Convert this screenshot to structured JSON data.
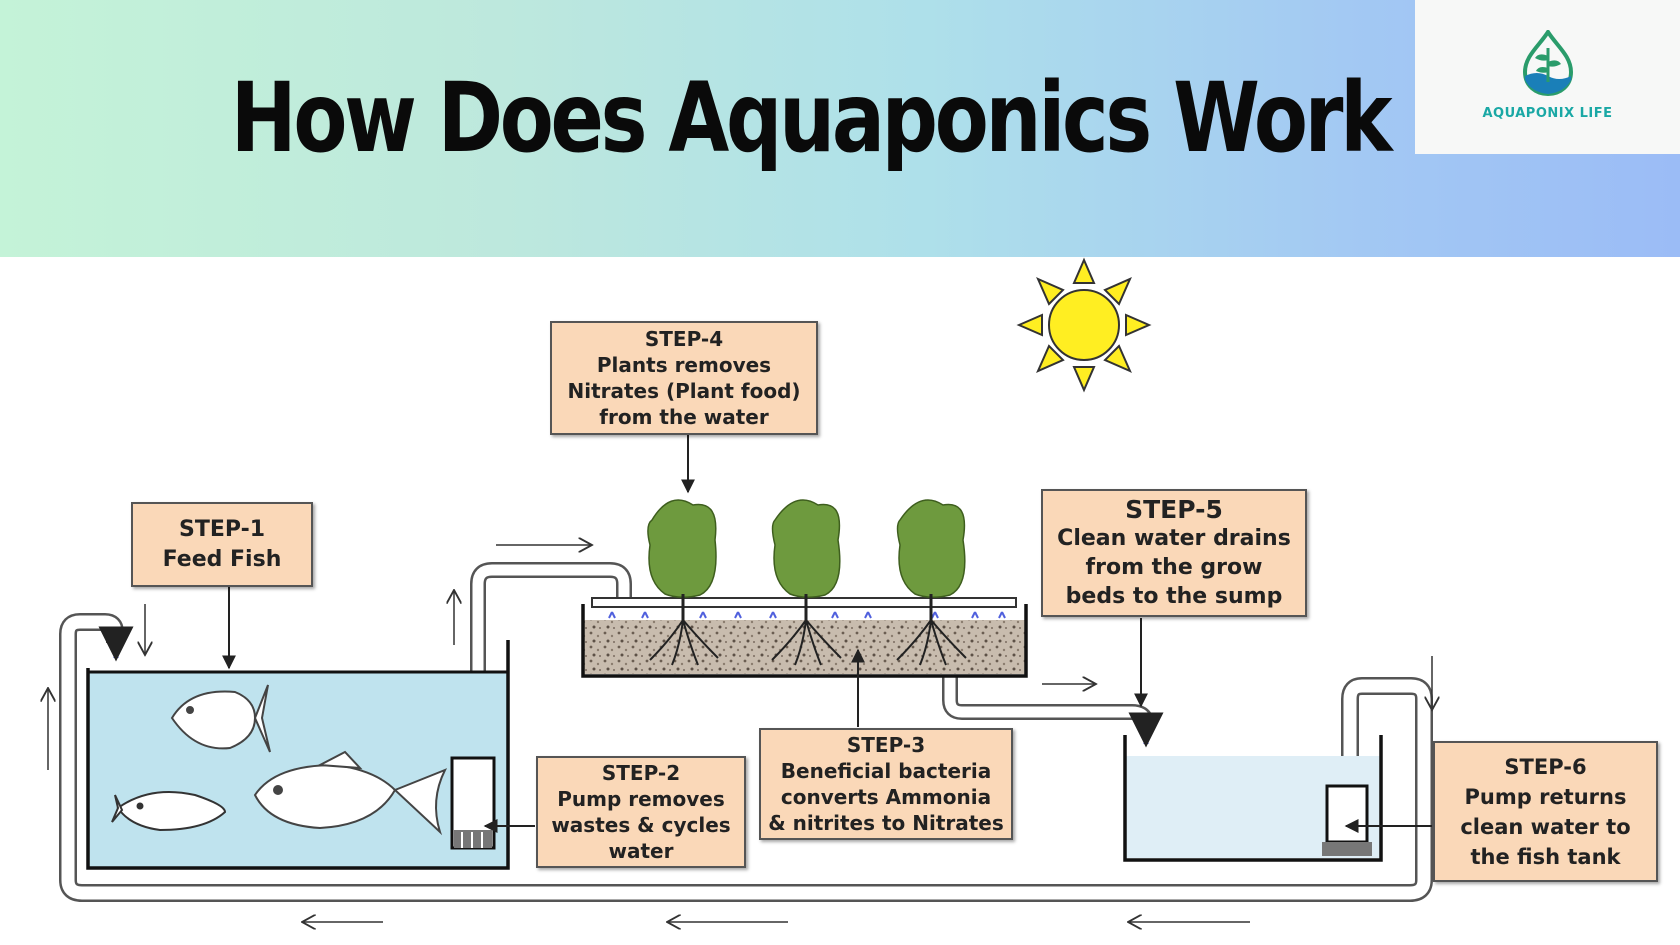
{
  "header": {
    "title": "How Does Aquaponics Work",
    "logo_text": "AQUAPONIX LIFE"
  },
  "colors": {
    "banner_left": "#c4f3d8",
    "banner_right": "#9bbcf6",
    "step_box": "#fad8b8",
    "water": "#bfe3ee",
    "plant": "#6e9a3e",
    "sun": "#ffee22",
    "logo_teal": "#1aa8a5"
  },
  "steps": {
    "step1": {
      "title": "STEP-1",
      "lines": [
        "Feed Fish"
      ]
    },
    "step2": {
      "title": "STEP-2",
      "lines": [
        "Pump removes",
        "wastes & cycles",
        "water"
      ]
    },
    "step3": {
      "title": "STEP-3",
      "lines": [
        "Beneficial bacteria",
        "converts Ammonia",
        "& nitrites to Nitrates"
      ]
    },
    "step4": {
      "title": "STEP-4",
      "lines": [
        "Plants removes",
        "Nitrates (Plant food)",
        "from the water"
      ]
    },
    "step5": {
      "title": "STEP-5",
      "lines": [
        "Clean water drains",
        "from the grow",
        "beds to the sump"
      ]
    },
    "step6": {
      "title": "STEP-6",
      "lines": [
        "Pump returns",
        "clean water  to",
        "the fish tank"
      ]
    }
  },
  "icons": [
    "sun-icon",
    "fish-icon",
    "plant-icon",
    "pump-icon",
    "flow-arrow-icon",
    "aquaponix-logo-icon"
  ]
}
